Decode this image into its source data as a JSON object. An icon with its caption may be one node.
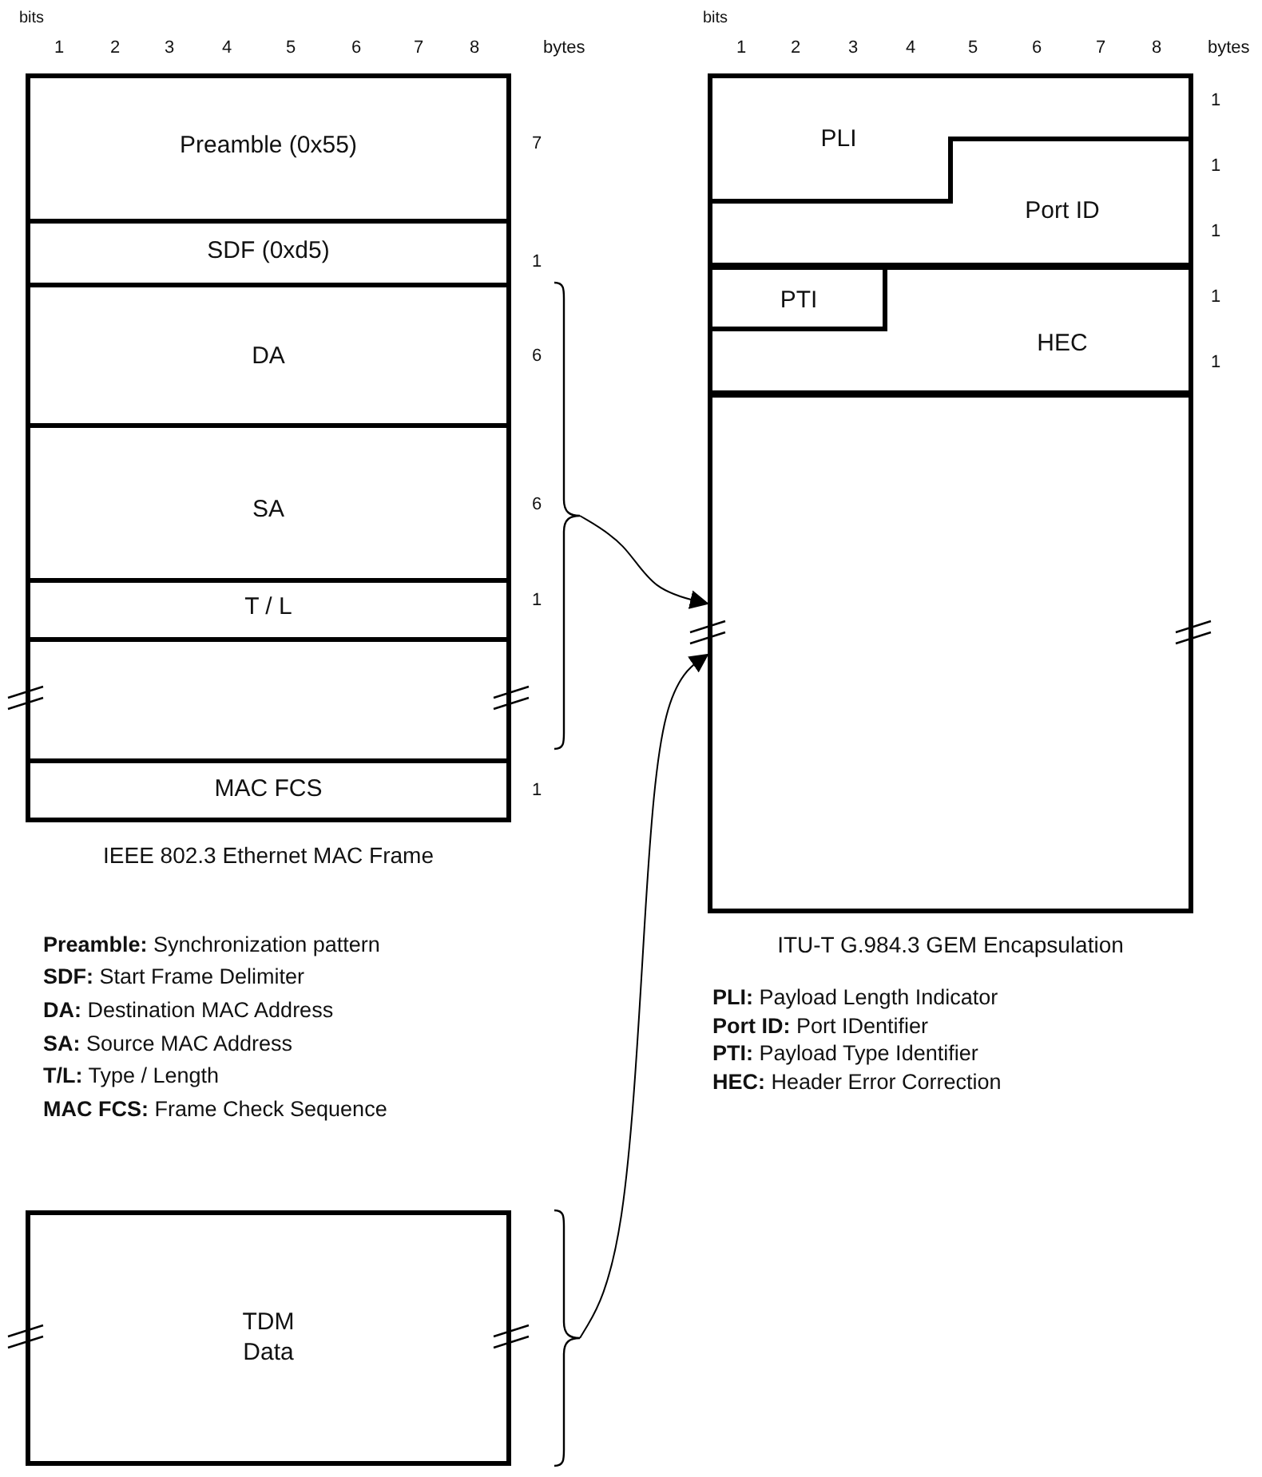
{
  "diagram": {
    "nodes": [
      {
        "text": [
          "IEEE 802.3 Ethernet MAC Frame"
        ]
      },
      {
        "text": [
          "Preamble (0x55)"
        ],
        "in": 0
      },
      {
        "text": [
          "SDF (0xd5)"
        ],
        "in": 0
      },
      {
        "text": [
          "DA"
        ],
        "in": 0
      },
      {
        "text": [
          "SA"
        ],
        "in": 0
      },
      {
        "text": [
          "T / L"
        ],
        "in": 0
      },
      {
        "text": [],
        "shape": "box",
        "in": 0
      },
      {
        "text": [
          "MAC FCS"
        ],
        "in": 0
      },
      {
        "text": [],
        "shape": "brace"
      },
      {
        "text": [
          "ITU-T G.984.3 GEM Encapsulation"
        ]
      },
      {
        "text": [
          "PLI"
        ],
        "in": 9
      },
      {
        "text": [
          "Port ID"
        ],
        "in": 9
      },
      {
        "text": [
          "PTI"
        ],
        "in": 9
      },
      {
        "text": [
          "HEC"
        ],
        "in": 9
      },
      {
        "text": [],
        "shape": "box",
        "in": 9
      },
      {
        "text": [
          "TDM Data"
        ]
      },
      {
        "text": [],
        "shape": "brace"
      }
    ],
    "edges": [
      {
        "from": 8,
        "to": 14,
        "arrow": "to"
      },
      {
        "from": 16,
        "to": 14,
        "arrow": "to"
      }
    ],
    "labels": [
      "bits",
      "1",
      "2",
      "3",
      "4",
      "5",
      "6",
      "7",
      "8",
      "bytes",
      "bits",
      "1",
      "2",
      "3",
      "4",
      "5",
      "6",
      "7",
      "8",
      "bytes",
      "1",
      "1",
      "1",
      "1",
      "1",
      "7",
      "1",
      "6",
      "6",
      "1",
      "1",
      "**Preamble:** Synchronization pattern",
      "**SDF:** Start Frame Delimiter",
      "**DA:** Destination MAC Address",
      "**SA:** Source MAC Address",
      "**T/L:** Type / Length",
      "**MAC FCS:** Frame Check Sequence",
      "**PLI:** Payload Length Indicator",
      "**Port ID:** Port IDentifier",
      "**PTI:** Payload Type Identifier",
      "**HEC:** Header Error Correction"
    ]
  }
}
